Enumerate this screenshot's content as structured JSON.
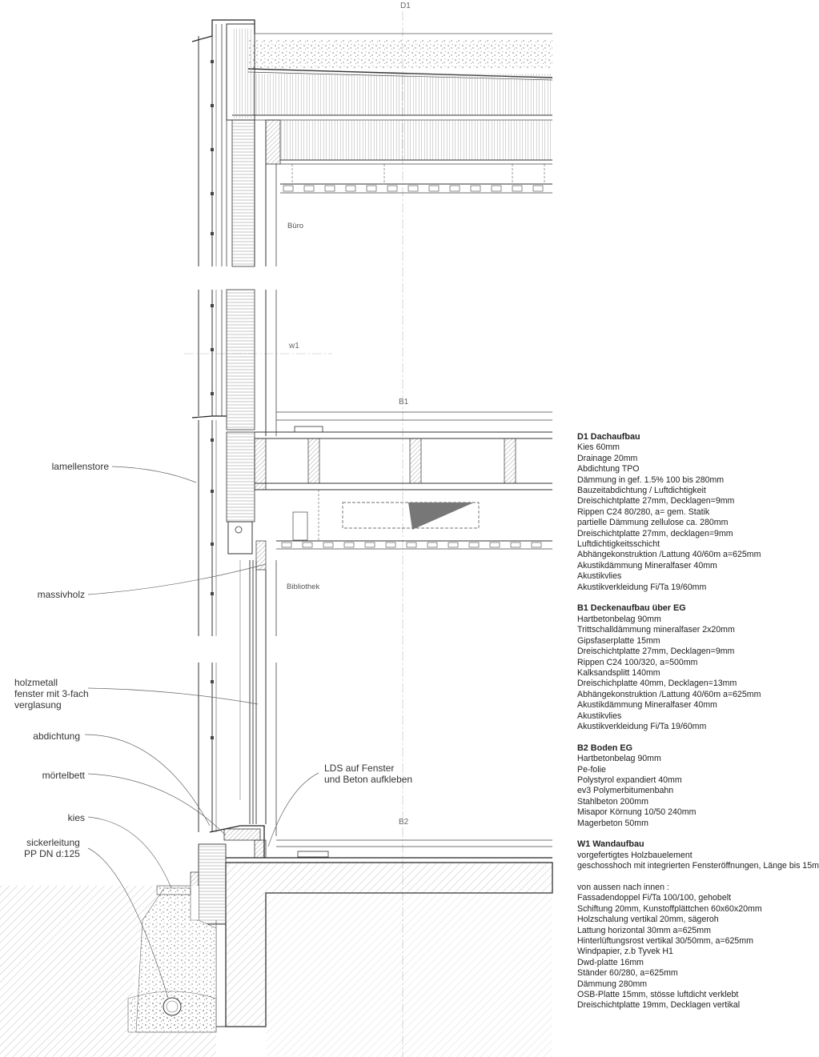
{
  "axis_labels": {
    "d1": "D1",
    "b1": "B1",
    "b2": "B2",
    "w1": "w1"
  },
  "rooms": {
    "upper": "Büro",
    "middle": "Bibliothek"
  },
  "callouts": {
    "lamellenstore": "lamellenstore",
    "massivholz": "massivholz",
    "fenster": [
      "holzmetall",
      "fenster mit 3-fach",
      "verglasung"
    ],
    "abdichtung": "abdichtung",
    "moertelbett": "mörtelbett",
    "kies": "kies",
    "sickerleitung": [
      "sickerleitung",
      "PP DN d:125"
    ],
    "lds": [
      "LDS auf Fenster",
      "und Beton aufkleben"
    ]
  },
  "spec_blocks": [
    {
      "heading": "D1 Dachaufbau",
      "lines": [
        "Kies 60mm",
        "Drainage 20mm",
        "Abdichtung  TPO",
        "Dämmung in gef. 1.5% 100 bis 280mm",
        "Bauzeitabdichtung / Luftdichtigkeit",
        "Dreischichtplatte 27mm, Decklagen=9mm",
        "Rippen C24 80/280, a= gem. Statik",
        "partielle Dämmung zellulose ca. 280mm",
        "Dreischichtplatte 27mm, decklagen=9mm",
        "Luftdichtigkeitsschicht",
        "Abhängekonstruktion /Lattung 40/60m a=625mm",
        "Akustikdämmung Mineralfaser 40mm",
        "Akustikvlies",
        "Akustikverkleidung Fi/Ta 19/60mm"
      ]
    },
    {
      "heading": "B1 Deckenaufbau über EG",
      "lines": [
        "Hartbetonbelag 90mm",
        "Trittschalldämmung mineralfaser 2x20mm",
        "Gipsfaserplatte 15mm",
        "Dreischichtplatte 27mm, Decklagen=9mm",
        "Rippen C24 100/320, a=500mm",
        "Kalksandsplitt 140mm",
        "Dreischichplatte 40mm, Decklagen=13mm",
        " Abhängekonstruktion /Lattung 40/60m a=625mm",
        " Akustikdämmung Mineralfaser 40mm",
        " Akustikvlies",
        " Akustikverkleidung Fi/Ta 19/60mm"
      ]
    },
    {
      "heading": "B2 Boden EG",
      "lines": [
        "Hartbetonbelag 90mm",
        "Pe-folie",
        "Polystyrol expandiert 40mm",
        "ev3 Polymerbitumenbahn",
        "Stahlbeton 200mm",
        "Misapor Körnung 10/50  240mm",
        "Magerbeton    50mm"
      ]
    },
    {
      "heading": "W1 Wandaufbau",
      "lines": [
        "vorgefertigtes Holzbauelement",
        "geschosshoch mit integrierten Fensteröffnungen, Länge bis 15m",
        "",
        "von aussen nach innen :",
        "Fassadendoppel Fi/Ta 100/100, gehobelt",
        "Schiftung 20mm, Kunstoffplättchen 60x60x20mm",
        "Holzschalung vertikal 20mm, sägeroh",
        "Lattung horizontal 30mm a=625mm",
        "Hinterlüftungsrost vertikal 30/50mm, a=625mm",
        "Windpapier, z.b Tyvek H1",
        "Dwd-platte 16mm",
        "Ständer 60/280, a=625mm",
        "Dämmung 280mm",
        "OSB-Platte 15mm, stösse luftdicht verklebt",
        "Dreischichtplatte 19mm, Decklagen vertikal"
      ]
    }
  ]
}
